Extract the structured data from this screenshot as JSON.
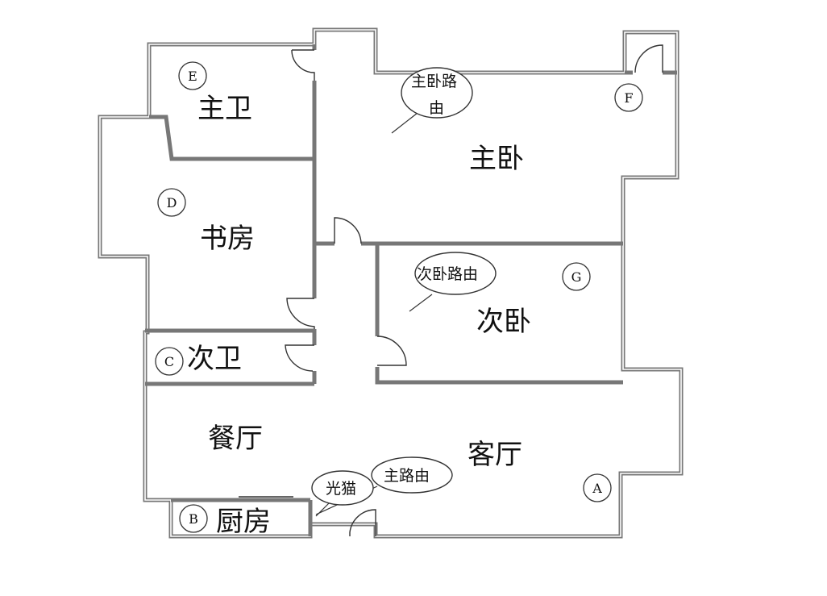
{
  "rooms": {
    "master_bath": "主卫",
    "master_bedroom": "主卧",
    "study": "书房",
    "second_bedroom": "次卧",
    "second_bath": "次卫",
    "dining": "餐厅",
    "living": "客厅",
    "kitchen": "厨房"
  },
  "devices": {
    "master_router_line1": "主卧路",
    "master_router_line2": "由",
    "second_router": "次卧路由",
    "main_router": "主路由",
    "optical_modem": "光猫"
  },
  "markers": {
    "a": "A",
    "b": "B",
    "c": "C",
    "d": "D",
    "e": "E",
    "f": "F",
    "g": "G"
  }
}
